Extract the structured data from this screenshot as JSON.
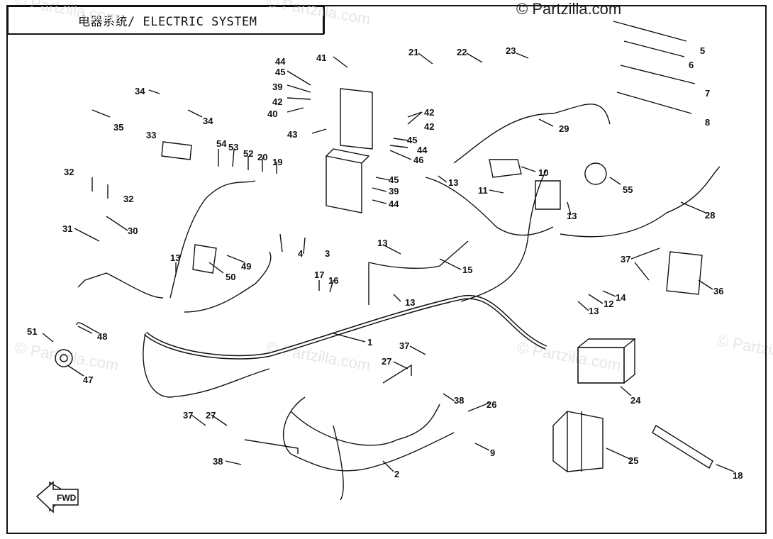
{
  "header": {
    "title": "电器系统/ ELECTRIC SYSTEM",
    "copyright": "© Partzilla.com"
  },
  "watermark": {
    "text": "© Partzilla.com"
  },
  "direction_marker": {
    "label": "FWD"
  },
  "callouts": [
    "1",
    "2",
    "3",
    "4",
    "5",
    "6",
    "7",
    "8",
    "9",
    "10",
    "11",
    "12",
    "13",
    "14",
    "15",
    "16",
    "17",
    "18",
    "19",
    "20",
    "21",
    "22",
    "23",
    "24",
    "25",
    "26",
    "27",
    "28",
    "29",
    "30",
    "31",
    "32",
    "33",
    "34",
    "35",
    "36",
    "37",
    "38",
    "39",
    "40",
    "41",
    "42",
    "43",
    "44",
    "45",
    "46",
    "47",
    "48",
    "49",
    "50",
    "51",
    "52",
    "53",
    "54",
    "55"
  ],
  "colors": {
    "line": "#111111",
    "watermark": "#e6e6e6",
    "background": "#ffffff"
  }
}
